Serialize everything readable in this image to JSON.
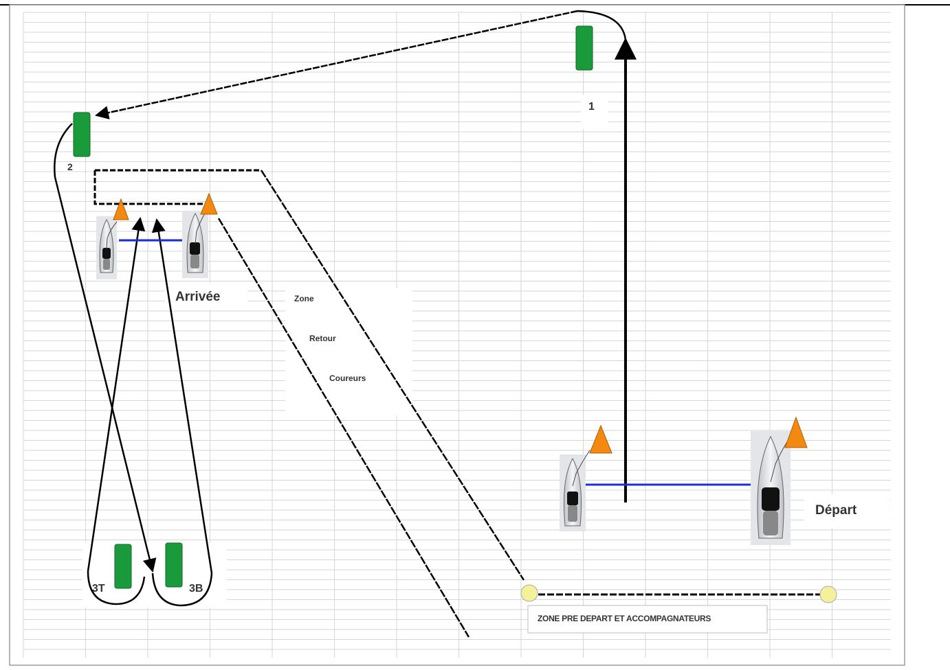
{
  "labels": {
    "mark1": "1",
    "mark2": "2",
    "mark3t": "3T",
    "mark3b": "3B",
    "arrivee": "Arrivée",
    "depart": "Départ",
    "zone_word1": "Zone",
    "zone_word2": "Retour",
    "zone_word3": "Coureurs",
    "pre_depart": "ZONE PRE DEPART ET ACCOMPAGNATEURS"
  },
  "colors": {
    "buoy": "#1a9a3a",
    "flag": "#f28a12",
    "line": "#1c2fd6",
    "path": "#000000",
    "grid": "#d6d6d6",
    "ball": "#f4f19a"
  }
}
